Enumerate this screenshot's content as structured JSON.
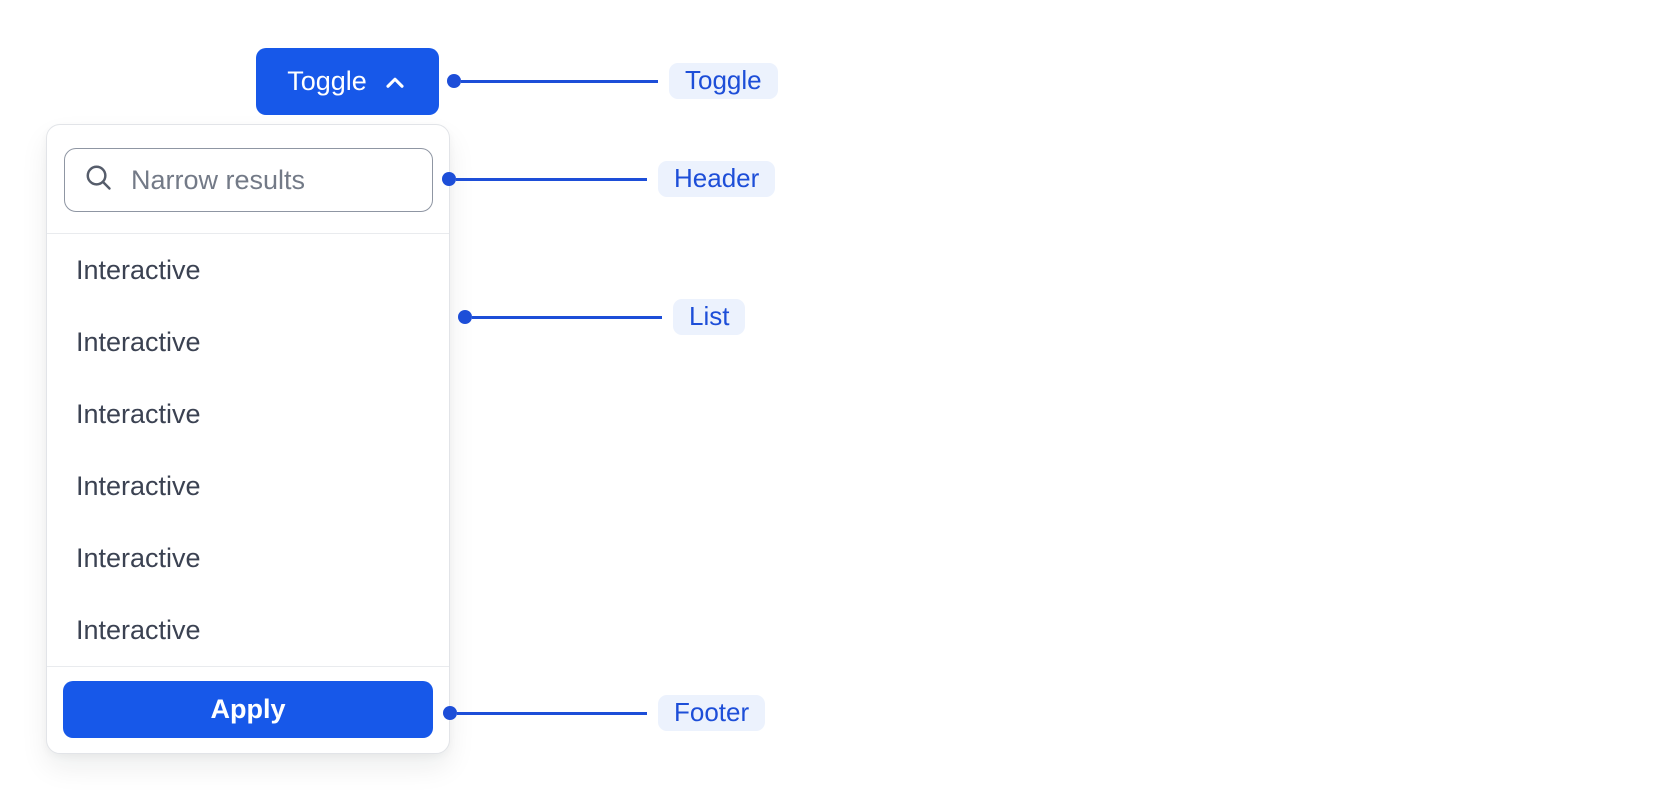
{
  "toggle_button": {
    "label": "Toggle",
    "icon": "chevron-up-icon"
  },
  "panel": {
    "header": {
      "search_placeholder": "Narrow results",
      "icon": "search-icon"
    },
    "list": {
      "items": [
        "Interactive",
        "Interactive",
        "Interactive",
        "Interactive",
        "Interactive",
        "Interactive"
      ]
    },
    "footer": {
      "apply_label": "Apply"
    }
  },
  "annotations": [
    {
      "label": "Toggle"
    },
    {
      "label": "Header"
    },
    {
      "label": "List"
    },
    {
      "label": "Footer"
    }
  ],
  "colors": {
    "primary_blue": "#1758e9",
    "annotation_blue": "#1d4ed8",
    "annotation_bg": "#ecf2fd",
    "panel_border": "#e2e4e8",
    "divider": "#e9ebee",
    "input_border": "#8f96a3",
    "item_text": "#3b4252",
    "placeholder_text": "#737a87"
  }
}
